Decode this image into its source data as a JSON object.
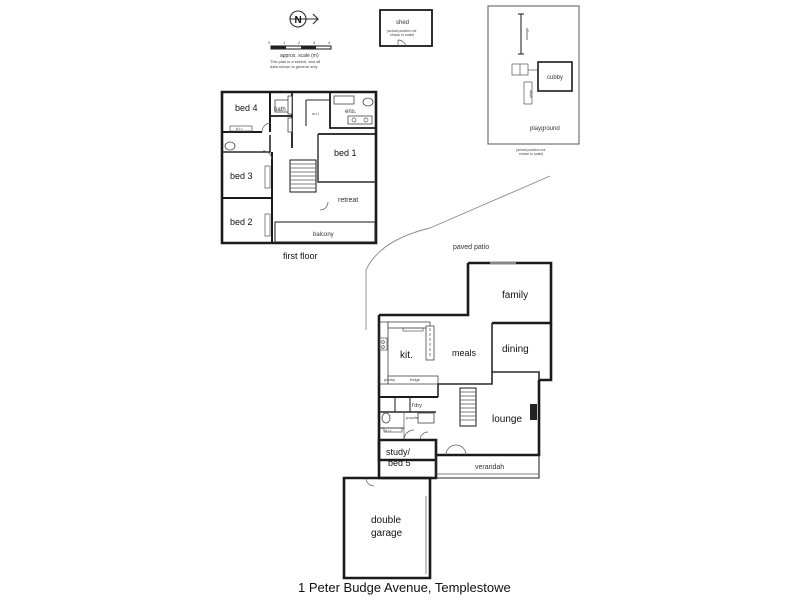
{
  "title": "1 Peter Budge Avenue, Templestowe",
  "scale": {
    "label": "approx. scale (m)",
    "ticks": [
      "0",
      "1",
      "2",
      "3",
      "4"
    ],
    "note_line1": "This plan is a sketch, and all",
    "note_line2": "data shown is general only."
  },
  "compass": {
    "letter": "N"
  },
  "shed": {
    "label": "shed",
    "note_line1": "(actual position not",
    "note_line2": "shown to scale)"
  },
  "playground": {
    "label": "playground",
    "cubby": "cubby",
    "swings": "swings",
    "slide": "slide",
    "note_line1": "(actual position not",
    "note_line2": "shown to scale)"
  },
  "first_floor": {
    "label": "first floor",
    "rooms": {
      "bed4": "bed 4",
      "bath": "bath",
      "ens": "ens.",
      "bed1": "bed 1",
      "bed3": "bed 3",
      "bed2": "bed 2",
      "retreat": "retreat",
      "balcony": "balcony",
      "wir": "w.i.r",
      "bir": "b.i.r"
    }
  },
  "ground_floor": {
    "rooms": {
      "paved_patio": "paved patio",
      "family": "family",
      "kit": "kit.",
      "meals": "meals",
      "dining": "dining",
      "lounge": "lounge",
      "ldry": "l'dry",
      "powder": "powder",
      "study": "study/",
      "bed5": "bed 5",
      "verandah": "verandah",
      "garage1": "double",
      "garage2": "garage",
      "pantry": "pantry",
      "fridge": "fridge",
      "bir": "b.i.r"
    }
  }
}
